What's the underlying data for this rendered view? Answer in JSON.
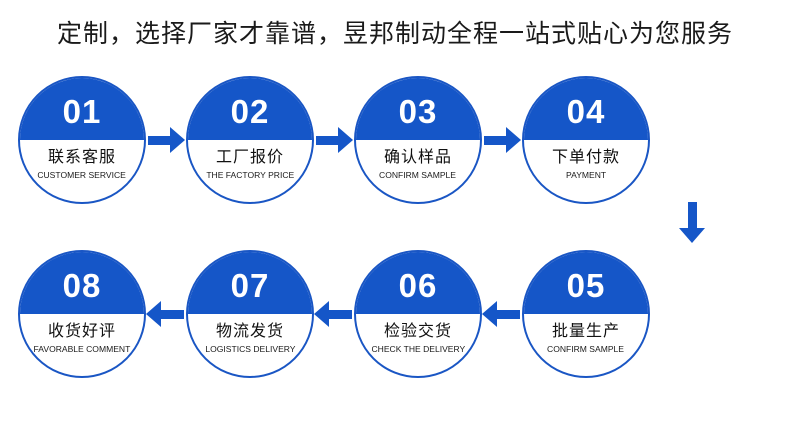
{
  "title": "定制，选择厂家才靠谱，昱邦制动全程一站式贴心为您服务",
  "colors": {
    "brand_blue": "#1556c8",
    "border_blue": "#1a56c4",
    "text_dark": "#1a1a1a",
    "background": "#ffffff"
  },
  "steps": [
    {
      "num": "01",
      "cn": "联系客服",
      "en": "CUSTOMER SERVICE"
    },
    {
      "num": "02",
      "cn": "工厂报价",
      "en": "THE FACTORY PRICE"
    },
    {
      "num": "03",
      "cn": "确认样品",
      "en": "CONFIRM SAMPLE"
    },
    {
      "num": "04",
      "cn": "下单付款",
      "en": "PAYMENT"
    },
    {
      "num": "05",
      "cn": "批量生产",
      "en": "CONFIRM SAMPLE"
    },
    {
      "num": "06",
      "cn": "检验交货",
      "en": "CHECK THE DELIVERY"
    },
    {
      "num": "07",
      "cn": "物流发货",
      "en": "LOGISTICS DELIVERY"
    },
    {
      "num": "08",
      "cn": "收货好评",
      "en": "FAVORABLE COMMENT"
    }
  ],
  "arrows": {
    "right_1_2": "arrow-right",
    "right_2_3": "arrow-right",
    "right_3_4": "arrow-right",
    "down_4_5": "arrow-down",
    "left_5_6": "arrow-left",
    "left_6_7": "arrow-left",
    "left_7_8": "arrow-left"
  }
}
